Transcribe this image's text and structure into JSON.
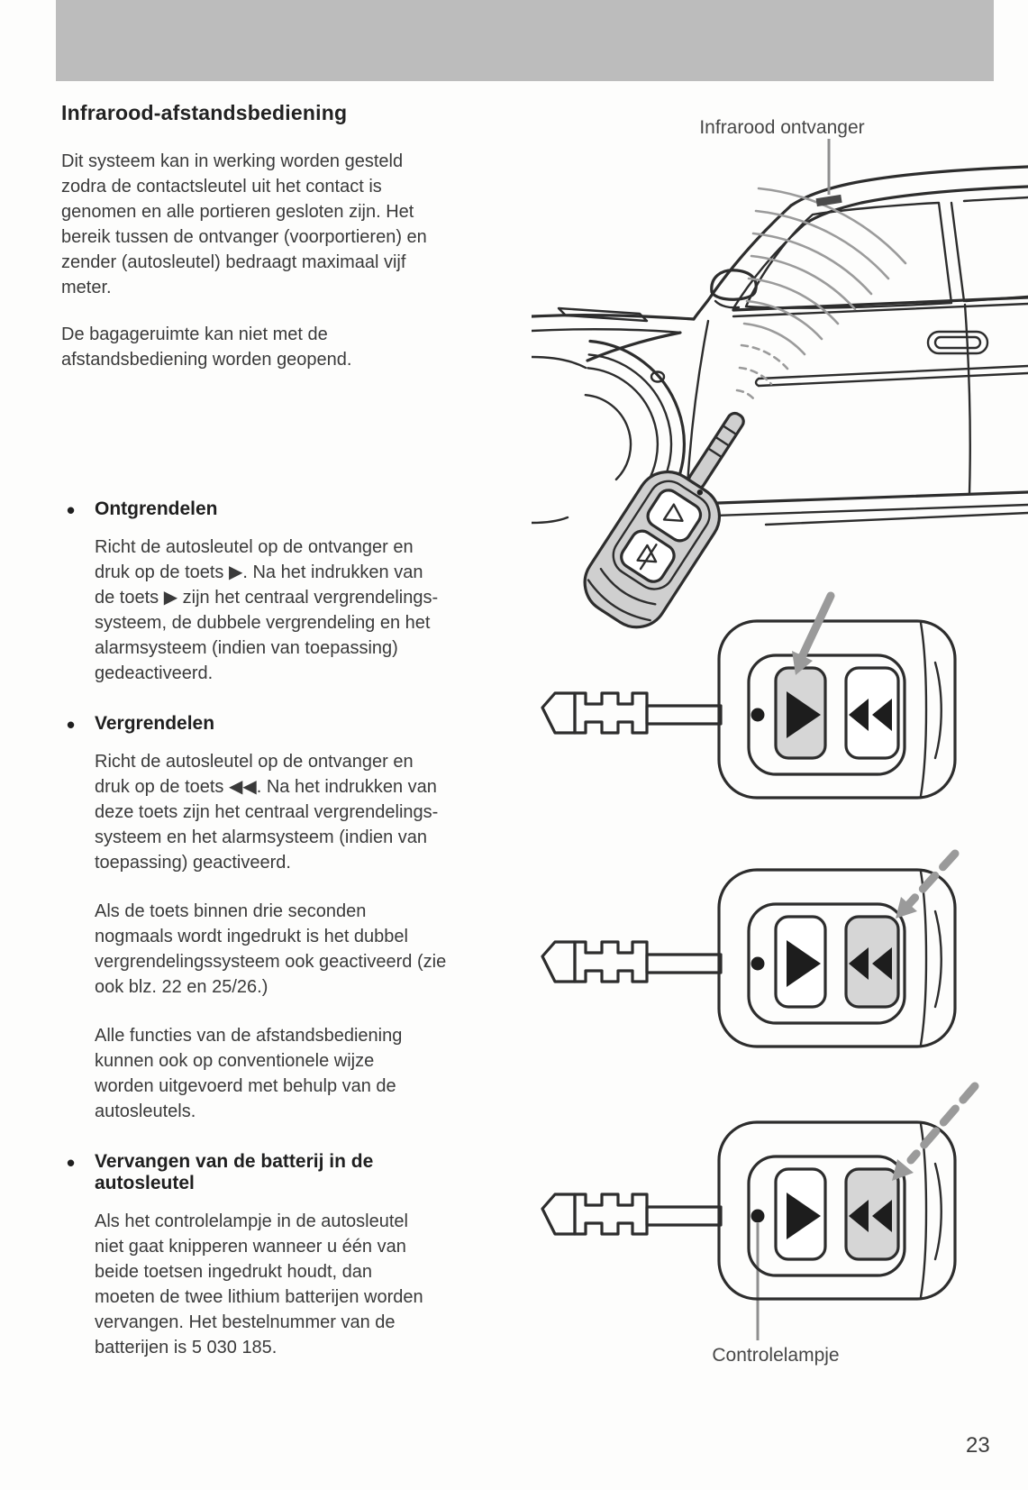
{
  "article": {
    "title": "Infrarood-afstandsbediening",
    "intro_p1": [
      "Dit systeem kan in werking worden gesteld",
      "zodra de contactsleutel uit het contact is",
      "genomen en alle portieren gesloten zijn. Het",
      "bereik tussen de ontvanger (voorportieren) en",
      "zender (autosleutel) bedraagt maximaal vijf",
      "meter."
    ],
    "intro_p2": [
      "De bagageruimte kan niet met de",
      "afstandsbediening worden geopend."
    ],
    "sections": [
      {
        "heading": "Ontgrendelen",
        "para1": [
          "Richt de autosleutel op de ontvanger en",
          "druk op de toets ▶. Na het indrukken van",
          "de toets ▶ zijn het centraal vergrendelings-",
          "systeem, de dubbele vergrendeling en het",
          "alarmsysteem (indien van toepassing)",
          "gedeactiveerd."
        ]
      },
      {
        "heading": "Vergrendelen",
        "para1": [
          "Richt de autosleutel op de ontvanger en",
          "druk op de toets ◀◀. Na het indrukken van",
          "deze toets zijn het centraal vergrendelings-",
          "systeem en het alarmsysteem (indien van",
          "toepassing) geactiveerd."
        ],
        "para2": [
          "Als de toets binnen drie seconden",
          "nogmaals wordt ingedrukt is het dubbel",
          "vergrendelingssysteem ook geactiveerd (zie",
          "ook blz. 22 en 25/26.)"
        ],
        "para3": [
          "Alle functies van de afstandsbediening",
          "kunnen ook op conventionele wijze",
          "worden uitgevoerd met behulp van de",
          "autosleutels."
        ]
      },
      {
        "heading": [
          "Vervangen van de batterij in de",
          "autosleutel"
        ],
        "para1": [
          "Als het controlelampje in de autosleutel",
          "niet gaat knipperen wanneer u één van",
          "beide toetsen ingedrukt houdt, dan",
          "moeten de twee lithium batterijen worden",
          "vervangen. Het bestelnummer van de",
          "batterijen is 5 030 185."
        ]
      }
    ]
  },
  "figures": {
    "receiver_label": "Infrarood ontvanger",
    "indicator_label": "Controlelampje",
    "unlock_glyph": "▶",
    "lock_glyph": "◀◀"
  },
  "page_number": "23",
  "colors": {
    "banner_gray": "#bcbcbc",
    "shaded_button": "#d6d6d6",
    "arrow_gray": "#9a9a9a",
    "line_art": "#2d2d2d"
  }
}
